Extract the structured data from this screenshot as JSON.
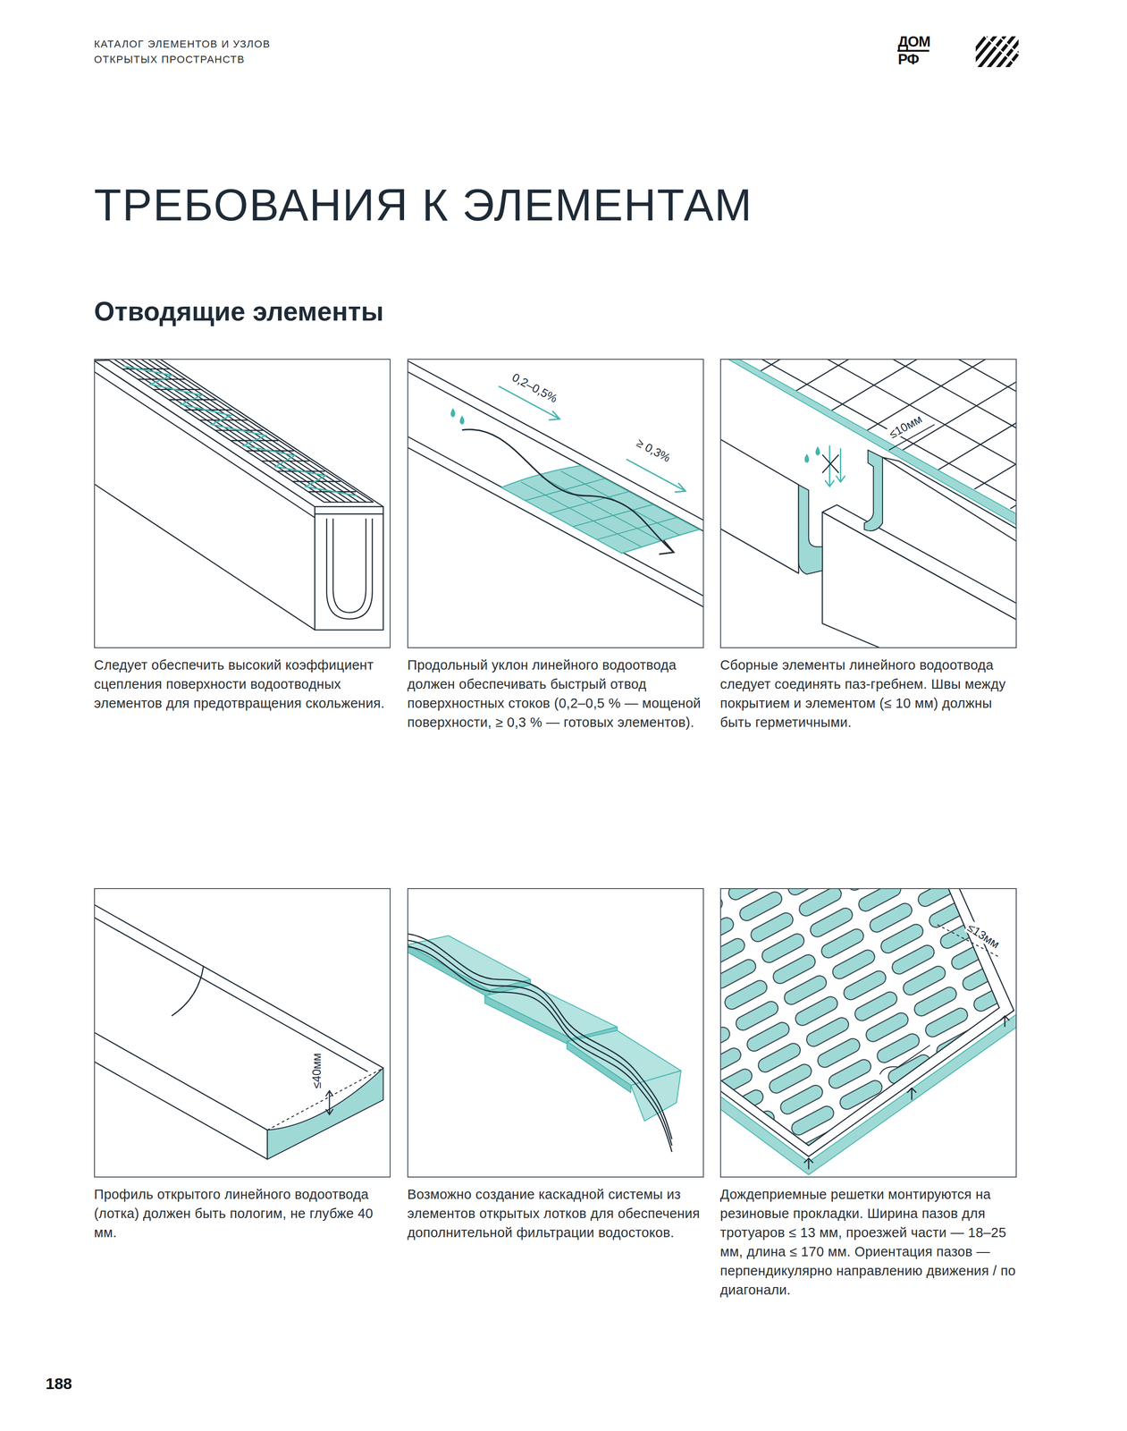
{
  "diagram": {
    "title": "ТРЕБОВАНИЯ К ЭЛЕМЕНТАМ",
    "nodes": [
      {
        "text": [
          "Следует обеспечить высокий коэффициент сцепления поверхности водоотводных элементов для предотвращения скольжения."
        ]
      },
      {
        "text": [
          "Продольный уклон линейного водоотвода должен обеспечивать быстрый отвод поверхностных стоков (0,2–0,5 % — мощеной поверхности, ≥ 0,3 % — готовых элементов)."
        ]
      },
      {
        "text": [
          "Сборные элементы линейного водоотвода следует соединять паз-гребнем. Швы между покрытием и элементом (≤ 10 мм) должны быть герметичными."
        ]
      },
      {
        "text": [
          "Профиль открытого линейного водоотвода (лотка) должен быть пологим, не глубже 40 мм."
        ]
      },
      {
        "text": [
          "Возможно создание каскадной системы из элементов открытых лотков для обеспечения дополнительной фильтрации водостоков."
        ]
      },
      {
        "text": [
          "Дождеприемные решетки монтируются на резиновые прокладки. Ширина пазов для тротуаров ≤ 13 мм, проезжей части — 18–25 мм, длина ≤ 170 мм. Ориентация пазов — перпендикулярно направлению движения / по диагонали."
        ]
      }
    ],
    "labels": [
      "КАТАЛОГ ЭЛЕМЕНТОВ И УЗЛОВ ОТКРЫТЫХ ПРОСТРАНСТВ",
      "ДОМ",
      "РФ",
      "Отводящие элементы",
      "0,2–0,5%",
      "≥ 0,3%",
      "≤10мм",
      "≤40мм",
      "≤13мм",
      "188"
    ]
  }
}
